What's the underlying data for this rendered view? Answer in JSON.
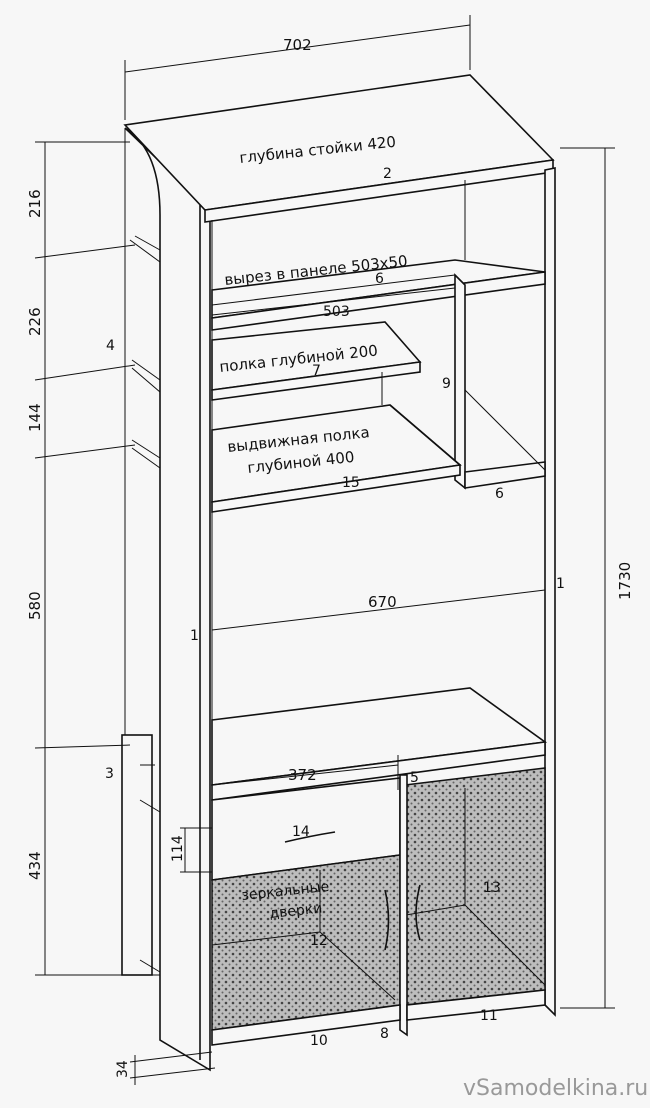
{
  "title": "Furniture unit drawing",
  "dimensions": {
    "width": "702",
    "height": "1730",
    "inner_width": "670",
    "drawer_width": "372",
    "drawer_height": "114",
    "plinth": "34",
    "cutout_length": "503",
    "levels": [
      "216",
      "226",
      "144",
      "580",
      "434"
    ]
  },
  "notes": {
    "depth": "глубина стойки 420",
    "cutout": "вырез в панеле 503x50",
    "shelf": "полка глубиной 200",
    "drawer_shelf_1": "выдвижная полка",
    "drawer_shelf_2": "глубиной 400",
    "mirror_doors_1": "зеркальные",
    "mirror_doors_2": "дверки"
  },
  "parts": {
    "p1a": "1",
    "p1b": "1",
    "p2": "2",
    "p3": "3",
    "p4": "4",
    "p5": "5",
    "p6a": "6",
    "p6b": "6",
    "p7": "7",
    "p8": "8",
    "p9": "9",
    "p10": "10",
    "p11": "11",
    "p12": "12",
    "p13": "13",
    "p14": "14",
    "p15": "15"
  },
  "watermark": "vSamodelkina.ru",
  "colors": {
    "line": "#111111",
    "background": "#f7f7f7",
    "mirror": "#9a9a9a"
  }
}
